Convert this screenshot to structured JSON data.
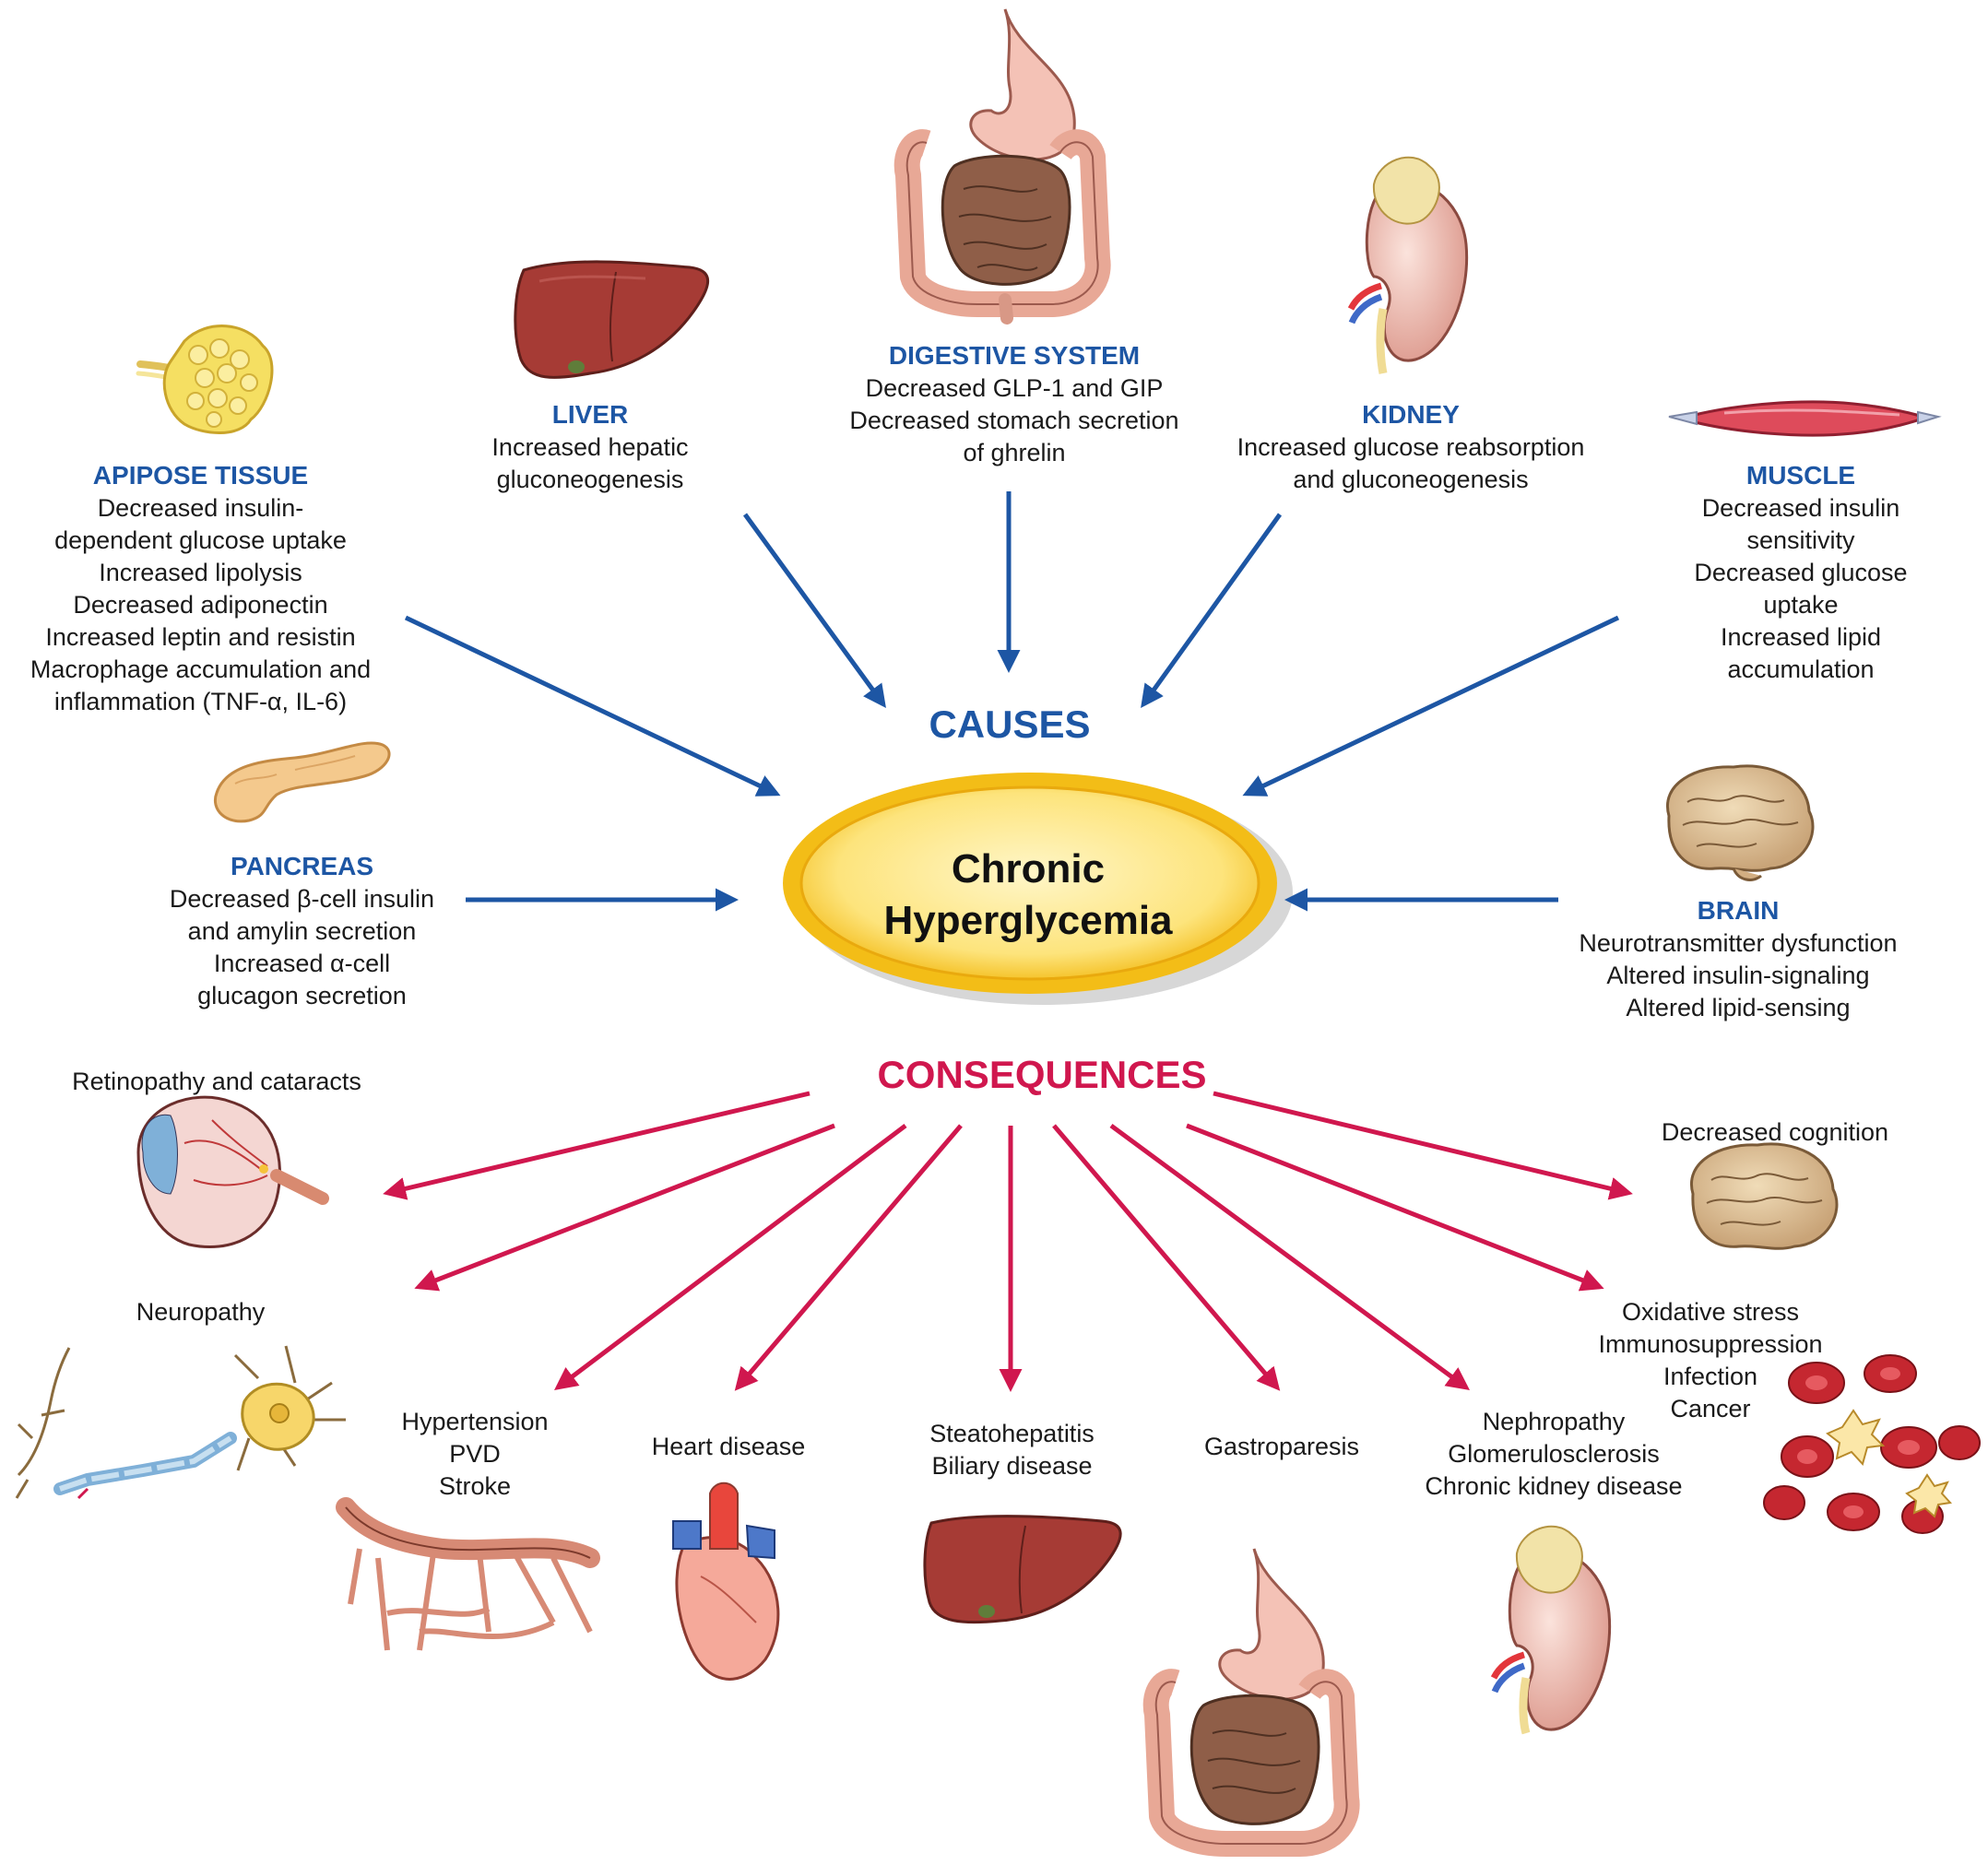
{
  "center": {
    "line1": "Chronic",
    "line2": "Hyperglycemia"
  },
  "labels": {
    "causes": "CAUSES",
    "consequences": "CONSEQUENCES"
  },
  "colors": {
    "cause_arrow": "#1d56a4",
    "consequence_arrow": "#d0174e",
    "ellipse_outer": "#f4c21a",
    "ellipse_inner": "#fde98a"
  },
  "causes": {
    "adipose": {
      "title": "APIPOSE TISSUE",
      "lines": [
        "Decreased insulin-",
        "dependent glucose uptake",
        "Increased lipolysis",
        "Decreased adiponectin",
        "Increased leptin and resistin",
        "Macrophage accumulation and",
        "inflammation (TNF-α, IL-6)"
      ]
    },
    "liver": {
      "title": "LIVER",
      "lines": [
        "Increased hepatic",
        "gluconeogenesis"
      ]
    },
    "digestive": {
      "title": "DIGESTIVE SYSTEM",
      "lines": [
        "Decreased GLP-1 and GIP",
        "Decreased stomach secretion",
        "of ghrelin"
      ]
    },
    "kidney": {
      "title": "KIDNEY",
      "lines": [
        "Increased glucose reabsorption",
        "and gluconeogenesis"
      ]
    },
    "muscle": {
      "title": "MUSCLE",
      "lines": [
        "Decreased insulin",
        "sensitivity",
        "Decreased glucose",
        "uptake",
        "Increased lipid",
        "accumulation"
      ]
    },
    "pancreas": {
      "title": "PANCREAS",
      "lines": [
        "Decreased β-cell insulin",
        "and amylin secretion",
        "Increased α-cell",
        "glucagon secretion"
      ]
    },
    "brain": {
      "title": "BRAIN",
      "lines": [
        "Neurotransmitter dysfunction",
        "Altered insulin-signaling",
        "Altered lipid-sensing"
      ]
    }
  },
  "consequences": {
    "eye": {
      "lines": [
        "Retinopathy and cataracts"
      ]
    },
    "nerve": {
      "lines": [
        "Neuropathy"
      ]
    },
    "vascular": {
      "lines": [
        "Hypertension",
        "PVD",
        "Stroke"
      ]
    },
    "heart": {
      "lines": [
        "Heart disease"
      ]
    },
    "liver": {
      "lines": [
        "Steatohepatitis",
        "Biliary disease"
      ]
    },
    "gut": {
      "lines": [
        "Gastroparesis"
      ]
    },
    "kidney": {
      "lines": [
        "Nephropathy",
        "Glomerulosclerosis",
        "Chronic kidney disease"
      ]
    },
    "blood": {
      "lines": [
        "Oxidative stress",
        "Immunosuppression",
        "Infection",
        "Cancer"
      ]
    },
    "brain": {
      "lines": [
        "Decreased cognition"
      ]
    }
  }
}
